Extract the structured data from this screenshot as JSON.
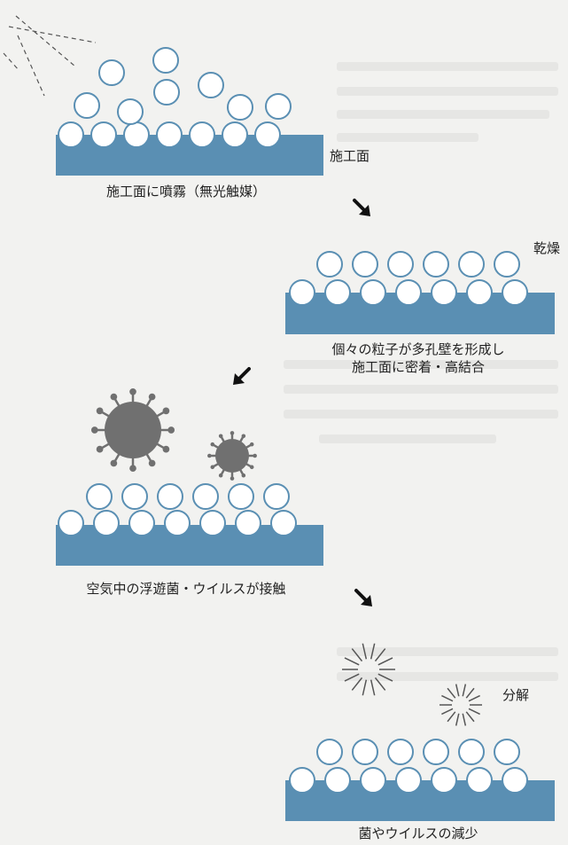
{
  "colors": {
    "surface": "#5a8fb3",
    "particle_stroke": "#5a8fb3",
    "particle_fill": "#ffffff",
    "virus": "#707070",
    "arrow": "#111111",
    "background": "#f2f2f0"
  },
  "steps": [
    {
      "caption": "施工面に噴霧（無光触媒）",
      "side_label": "施工面"
    },
    {
      "side_label": "乾燥",
      "caption_line1": "個々の粒子が多孔壁を形成し",
      "caption_line2": "施工面に密着・高結合"
    },
    {
      "caption": "空気中の浮遊菌・ウイルスが接触"
    },
    {
      "side_label": "分解",
      "caption": "菌やウイルスの減少"
    }
  ],
  "icons": [
    "spray-lines-icon",
    "arrow-down-right-icon",
    "arrow-down-left-icon",
    "virus-icon",
    "burst-icon"
  ]
}
